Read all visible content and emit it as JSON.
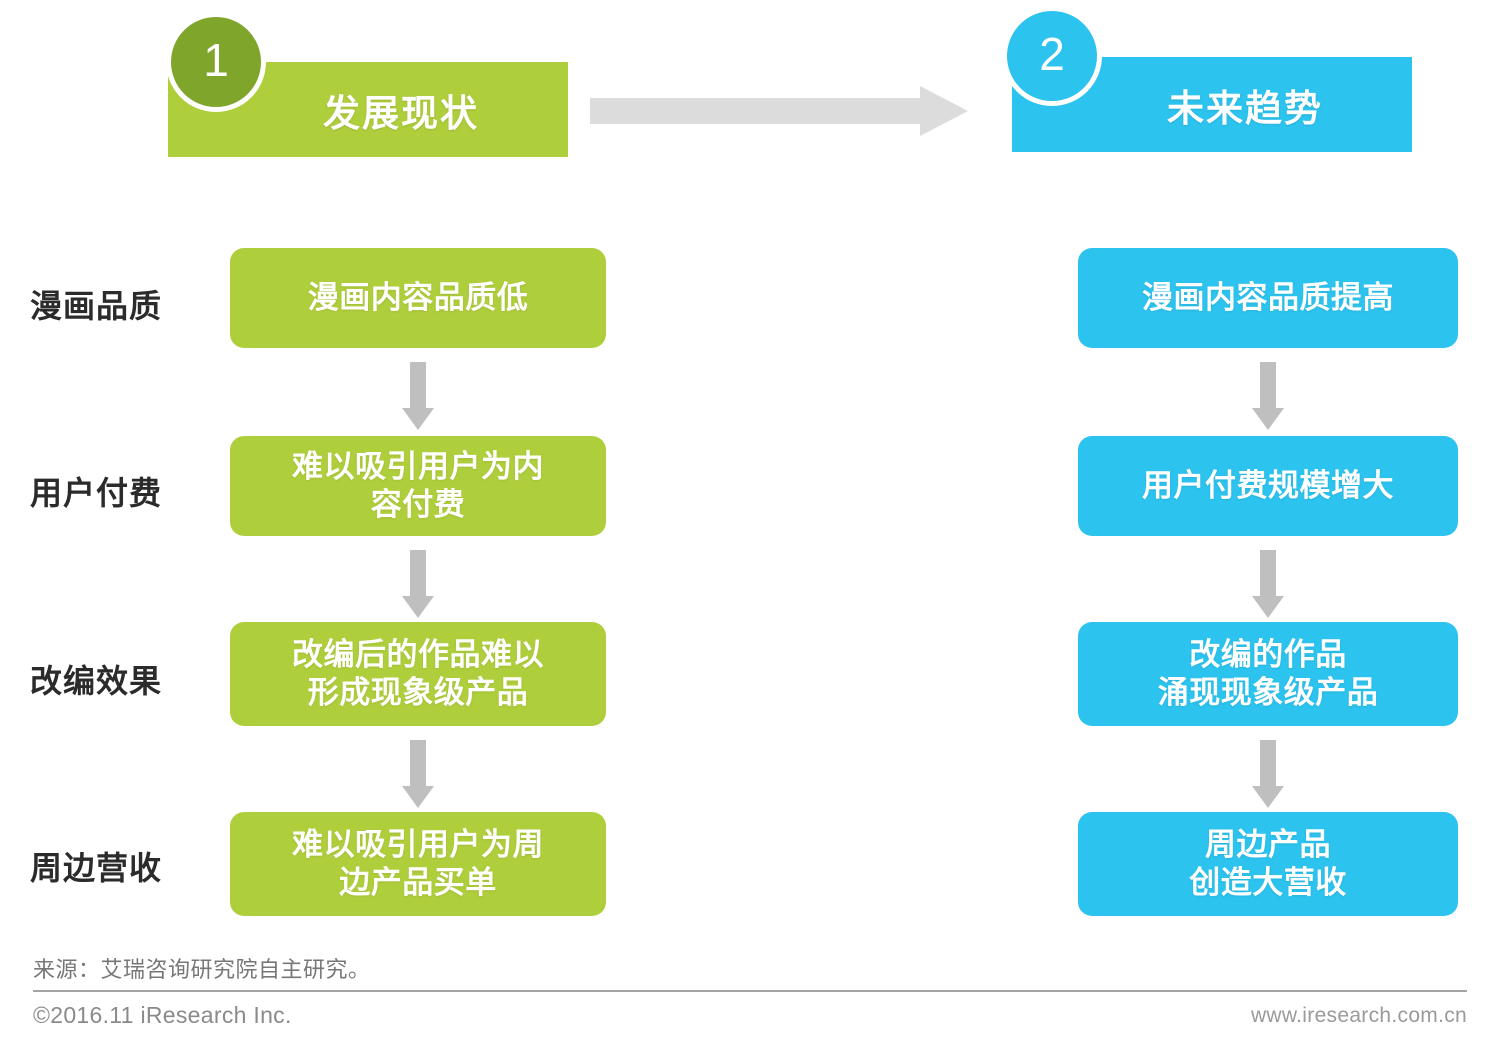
{
  "colors": {
    "green": "#AFCE3C",
    "green_dark": "#7FA52B",
    "blue": "#2CC3EF",
    "arrow_gray": "#BFBFBF",
    "connector_gray": "#DCDCDC",
    "label_text": "#2B2B2B",
    "footer_text": "#77777A"
  },
  "columns": [
    {
      "badge_number": "1",
      "title": "发展现状",
      "theme": "green"
    },
    {
      "badge_number": "2",
      "title": "未来趋势",
      "theme": "blue"
    }
  ],
  "connector": {
    "icon": "right-arrow-icon",
    "direction": "right"
  },
  "rows": [
    {
      "label": "漫画品质",
      "current": "漫画内容品质低",
      "future": "漫画内容品质提高"
    },
    {
      "label": "用户付费",
      "current": "难以吸引用户为内\n容付费",
      "future": "用户付费规模增大"
    },
    {
      "label": "改编效果",
      "current": "改编后的作品难以\n形成现象级产品",
      "future": "改编的作品\n涌现现象级产品"
    },
    {
      "label": "周边营收",
      "current": "难以吸引用户为周\n边产品买单",
      "future": "周边产品\n创造大营收"
    }
  ],
  "flow_arrows": {
    "icon": "down-arrow-icon",
    "count_per_column": 3
  },
  "footer": {
    "source": "来源：艾瑞咨询研究院自主研究。",
    "copyright": "©2016.11 iResearch Inc.",
    "url": "www.iresearch.com.cn"
  }
}
